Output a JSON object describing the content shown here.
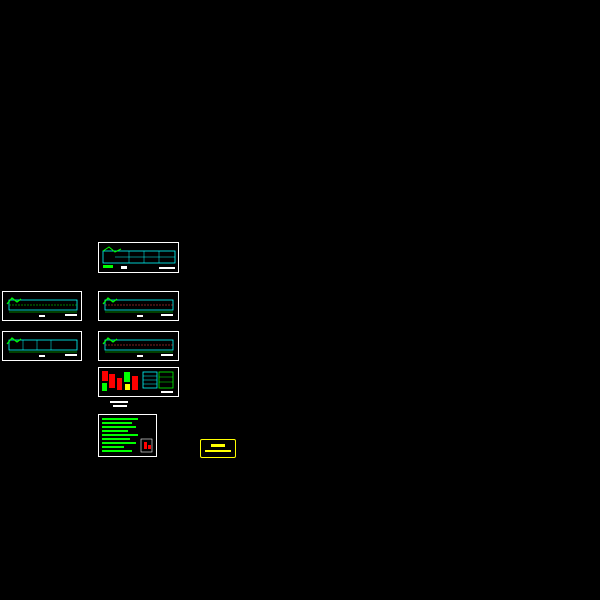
{
  "drawing": {
    "background": "#000000",
    "sheet_border_color": "#ffffff",
    "plan_color": "#00ffff",
    "hatch_color": "#00ff00",
    "detail_color": "#ff0000",
    "title_block_color": "#ffff00"
  },
  "sheets": [
    {
      "id": "plan-top",
      "kind": "floor-plan"
    },
    {
      "id": "plan-left-1",
      "kind": "floor-plan"
    },
    {
      "id": "plan-left-2",
      "kind": "floor-plan"
    },
    {
      "id": "plan-mid-1",
      "kind": "floor-plan"
    },
    {
      "id": "plan-mid-2",
      "kind": "floor-plan"
    },
    {
      "id": "details",
      "kind": "detail-sheet"
    },
    {
      "id": "notes",
      "kind": "notes-sheet"
    }
  ],
  "title_block": {
    "icon": "title-block-icon"
  }
}
